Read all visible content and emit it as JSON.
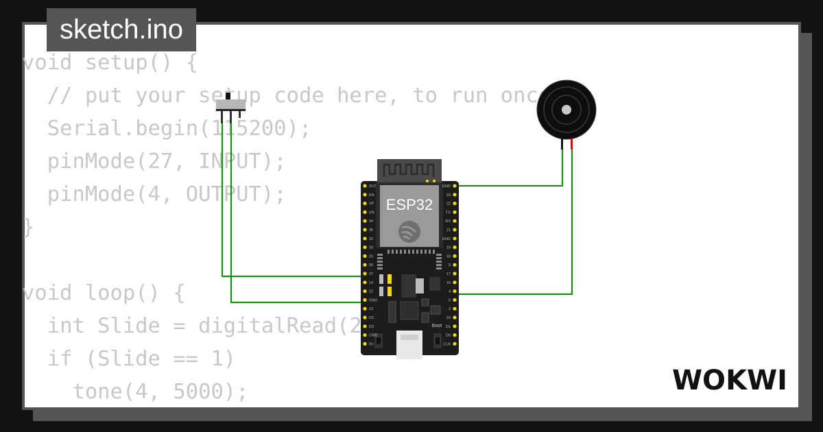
{
  "file_tab": {
    "label": "sketch.ino"
  },
  "code_lines": [
    "void setup() {",
    "  // put your setup code here, to run once:",
    "  Serial.begin(115200);",
    "  pinMode(27, INPUT);",
    "  pinMode(4, OUTPUT);",
    "}",
    "",
    "void loop() {",
    "  int Slide = digitalRead(27);",
    "  if (Slide == 1)",
    "    tone(4, 5000);"
  ],
  "esp32": {
    "module_label": "ESP32",
    "left_pins": [
      "3V3",
      "EN",
      "VP",
      "VN",
      "34",
      "35",
      "32",
      "33",
      "25",
      "26",
      "27",
      "14",
      "12",
      "GND",
      "13",
      "D2",
      "D3",
      "CMD",
      "5V"
    ],
    "right_pins": [
      "GND",
      "23",
      "22",
      "TX",
      "RX",
      "21",
      "GND",
      "19",
      "18",
      "5",
      "17",
      "16",
      "4",
      "0",
      "2",
      "15",
      "D1",
      "D0",
      "CLK"
    ],
    "boot_label": "Boot"
  },
  "brand": {
    "name": "WOKWI"
  },
  "colors": {
    "background": "#131313",
    "panel_border": "#555555",
    "code_text": "#c8c8c8",
    "wire": "#1a8a1a",
    "pin": "#f5d90a",
    "board": "#1c1c1c"
  }
}
